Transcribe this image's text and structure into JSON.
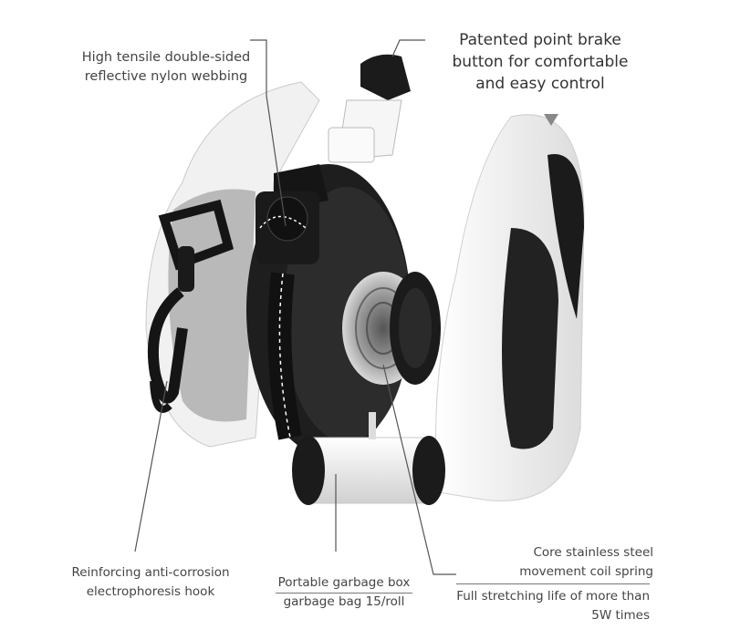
{
  "labels": {
    "webbing": [
      "High tensile double-sided",
      "reflective nylon webbing"
    ],
    "brake": [
      "Patented point brake",
      "button for comfortable",
      "and easy control"
    ],
    "hook": [
      "Reinforcing anti-corrosion",
      "electrophoresis hook"
    ],
    "garbage_box": [
      "Portable garbage box",
      "garbage bag 15/roll"
    ],
    "spring": [
      "Core stainless steel",
      "movement coil spring"
    ],
    "life": [
      "Full stretching life of more than",
      "5W times"
    ]
  },
  "colors": {
    "shell_white": "#f4f4f4",
    "body_black": "#1e1e1e",
    "metal_grey": "#9a9a9a",
    "leader_line": "#555555"
  }
}
